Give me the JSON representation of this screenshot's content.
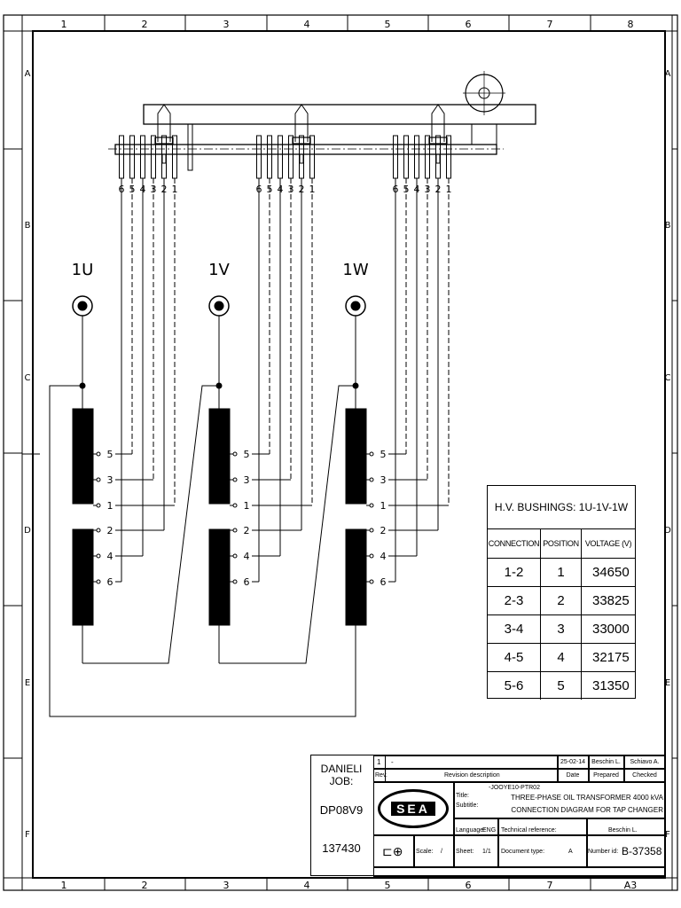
{
  "frame": {
    "columns": [
      "1",
      "2",
      "3",
      "4",
      "5",
      "6",
      "7",
      "8"
    ],
    "bottom_columns": [
      "1",
      "2",
      "3",
      "4",
      "5",
      "6",
      "7",
      "A3"
    ],
    "rows": [
      "A",
      "B",
      "C",
      "D",
      "E",
      "F"
    ]
  },
  "tap_changer": {
    "contact_labels": [
      "6",
      "5",
      "4",
      "3",
      "2",
      "1"
    ]
  },
  "terminals": [
    "1U",
    "1V",
    "1W"
  ],
  "tap_labels": [
    "5",
    "3",
    "1",
    "2",
    "4",
    "6"
  ],
  "table": {
    "title": "H.V. BUSHINGS: 1U-1V-1W",
    "headers": [
      "CONNECTION",
      "POSITION",
      "VOLTAGE (V)"
    ],
    "rows": [
      [
        "1-2",
        "1",
        "34650"
      ],
      [
        "2-3",
        "2",
        "33825"
      ],
      [
        "3-4",
        "3",
        "33000"
      ],
      [
        "4-5",
        "4",
        "32175"
      ],
      [
        "5-6",
        "5",
        "31350"
      ]
    ]
  },
  "title_block": {
    "job_label": "DANIELI JOB:",
    "job_code": "DP08V9",
    "job_number": "137430",
    "rev": "1",
    "rev_desc": "-",
    "date": "25-02-14",
    "prepared": "Beschin L.",
    "checked": "Schiavo A.",
    "rev_header": "Rev.",
    "rev_desc_header": "Revision description",
    "date_header": "Date",
    "prepared_header": "Prepared",
    "checked_header": "Checked",
    "logo_text": "SEA",
    "title_label": "Title:",
    "subtitle_label": "Subtitle:",
    "code": "-JOOYE10-PTR02",
    "title": "THREE-PHASE OIL TRANSFORMER 4000 kVA",
    "subtitle": "CONNECTION DIAGRAM FOR TAP CHANGER",
    "language_label": "Language:",
    "language": "ENG",
    "tech_ref_label": "Technical reference:",
    "tech_ref": "Beschin L.",
    "scale_label": "Scale:",
    "scale": "/",
    "sheet_label": "Sheet:",
    "sheet": "1/1",
    "doc_type_label": "Document type:",
    "doc_type": "A",
    "number_label": "Number id:",
    "number": "B-37358"
  }
}
